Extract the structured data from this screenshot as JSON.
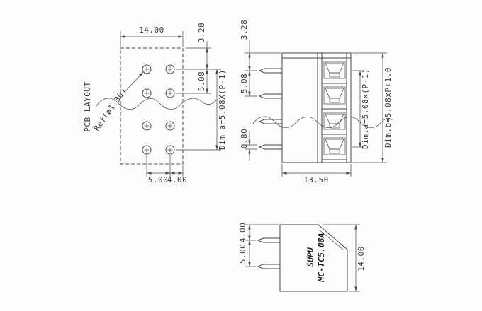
{
  "page": {
    "background": "#fcfcfc",
    "line_color": "#474747",
    "text_color": "#3a3a3a"
  },
  "pcb_view": {
    "name_label": "PCB LAYOUT",
    "ref_label": "Ref(ø1.30)",
    "dim_width": "14.00",
    "dim_top_offset": "3.28",
    "dim_pitch": "5.08",
    "dim_a": "Dim a=5.08X(P-1)",
    "dim_col_pitch": "5.00",
    "dim_col_edge": "4.00"
  },
  "front_view": {
    "dim_top_offset": "3.28",
    "dim_pitch": "5.08",
    "dim_pin": "0.80",
    "dim_width": "13.50",
    "dim_a": "Dim.a=5.08x(P-1)",
    "dim_b": "Dim.b=5.08xP+1.0"
  },
  "side_view": {
    "brand": "SUPU",
    "model": "MC-TC5.08A",
    "dim_top_offset": "4.00",
    "dim_pitch": "5.00",
    "dim_height": "14.00"
  }
}
